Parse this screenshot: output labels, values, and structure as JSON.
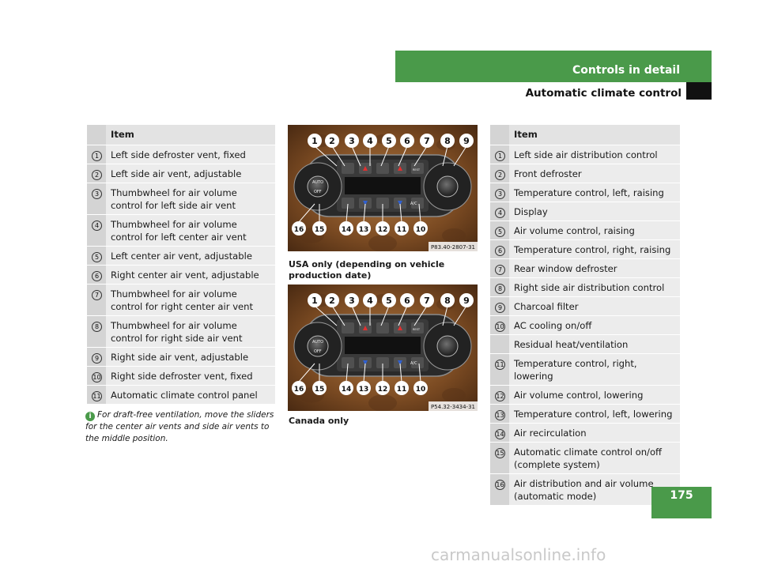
{
  "header": {
    "section_title": "Controls in detail",
    "subtitle": "Automatic climate control",
    "page_number": "175"
  },
  "left_table": {
    "heading": "Item",
    "rows": [
      {
        "num": "1",
        "text": "Left side defroster vent, fixed"
      },
      {
        "num": "2",
        "text": "Left side air vent, adjustable"
      },
      {
        "num": "3",
        "text": "Thumbwheel for air volume control for left side air vent"
      },
      {
        "num": "4",
        "text": "Thumbwheel for air volume control for left center air vent"
      },
      {
        "num": "5",
        "text": "Left center air vent, adjustable"
      },
      {
        "num": "6",
        "text": "Right center air vent, adjustable"
      },
      {
        "num": "7",
        "text": "Thumbwheel for air volume control for right center air vent"
      },
      {
        "num": "8",
        "text": "Thumbwheel for air volume control for right side air vent"
      },
      {
        "num": "9",
        "text": "Right side air vent, adjustable"
      },
      {
        "num": "10",
        "text": "Right side defroster vent, fixed"
      },
      {
        "num": "11",
        "text": "Automatic climate control panel"
      }
    ]
  },
  "note": {
    "text": "For draft-free ventilation, move the sliders for the center air vents and side air vents to the middle position."
  },
  "photos": {
    "usa": {
      "code": "P83.40-2807-31",
      "caption": "USA only (depending on vehicle production date)",
      "panel_labels": {
        "auto": "AUTO",
        "off": "OFF",
        "rest": "REST",
        "ac": "A/C"
      }
    },
    "canada": {
      "code": "P54.32-3434-31",
      "caption": "Canada only",
      "panel_labels": {
        "auto": "AUTO",
        "off": "OFF",
        "rest": "REST",
        "ac": "A/C"
      }
    },
    "callouts_top": [
      "1",
      "2",
      "3",
      "4",
      "5",
      "6",
      "7",
      "8",
      "9"
    ],
    "callouts_bottom": [
      "16",
      "15",
      "14",
      "13",
      "12",
      "11",
      "10"
    ]
  },
  "right_table": {
    "heading": "Item",
    "rows": [
      {
        "num": "1",
        "text": "Left side air distribution control"
      },
      {
        "num": "2",
        "text": "Front defroster"
      },
      {
        "num": "3",
        "text": "Temperature control, left, raising"
      },
      {
        "num": "4",
        "text": "Display"
      },
      {
        "num": "5",
        "text": "Air volume control, raising"
      },
      {
        "num": "6",
        "text": "Temperature control, right, raising"
      },
      {
        "num": "7",
        "text": "Rear window defroster"
      },
      {
        "num": "8",
        "text": "Right side air distribution control"
      },
      {
        "num": "9",
        "text": "Charcoal filter"
      },
      {
        "num": "10",
        "text": "AC cooling on/off",
        "extra": "Residual heat/ventilation"
      },
      {
        "num": "11",
        "text": "Temperature control, right, lowering"
      },
      {
        "num": "12",
        "text": "Air volume control, lowering"
      },
      {
        "num": "13",
        "text": "Temperature control, left, lowering"
      },
      {
        "num": "14",
        "text": "Air recirculation"
      },
      {
        "num": "15",
        "text": "Automatic climate control on/off (complete system)"
      },
      {
        "num": "16",
        "text": "Air distribution and air volume (automatic mode)"
      }
    ]
  },
  "watermark": "carmanualsonline.info",
  "colors": {
    "accent": "#4a9a4a",
    "table_num": "#d4d4d4",
    "table_text": "#ececec"
  }
}
